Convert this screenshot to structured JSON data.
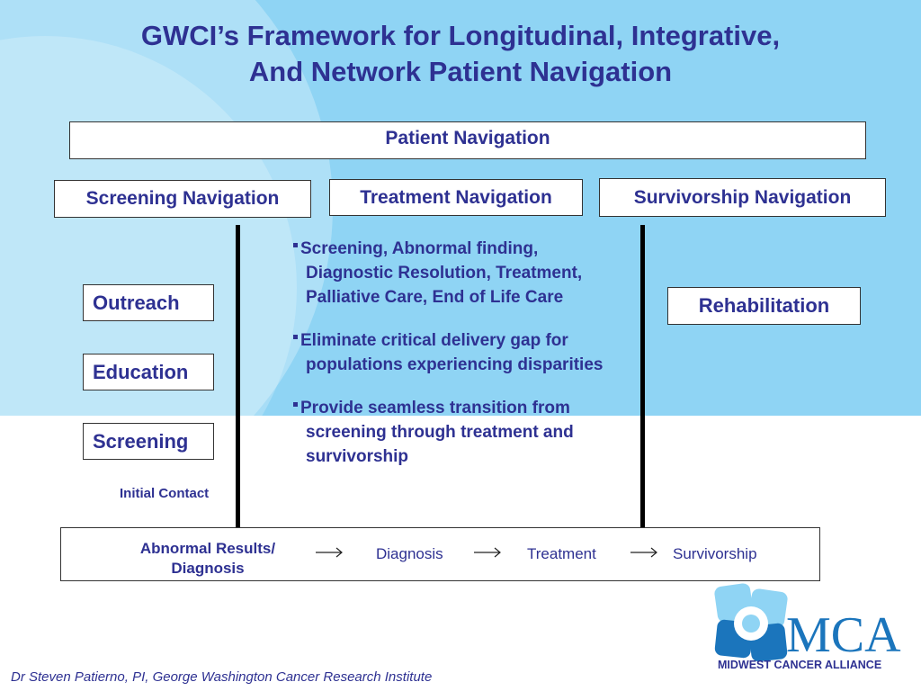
{
  "title": {
    "line1": "GWCI’s Framework for Longitudinal, Integrative,",
    "line2": "And Network Patient Navigation"
  },
  "top_box": "Patient Navigation",
  "columns": {
    "screening": "Screening Navigation",
    "treatment": "Treatment Navigation",
    "survivorship": "Survivorship Navigation"
  },
  "screening_items": [
    "Outreach",
    "Education",
    "Screening"
  ],
  "survivorship_items": [
    "Rehabilitation"
  ],
  "bullets": [
    "Screening,  Abnormal finding, Diagnostic Resolution, Treatment, Palliative Care, End of Life Care",
    "Eliminate critical delivery  gap for populations experiencing disparities",
    "Provide seamless transition from screening through treatment and survivorship"
  ],
  "initial_contact": "Initial Contact",
  "flow": {
    "abnormal": "Abnormal Results/ Diagnosis",
    "steps": [
      "Diagnosis",
      "Treatment",
      "Survivorship"
    ]
  },
  "logo": {
    "abbr": "MCA",
    "name": "MIDWEST CANCER ALLIANCE"
  },
  "footer": "Dr Steven Patierno, PI, George Washington Cancer Research Institute",
  "colors": {
    "text": "#2e3192",
    "background_band": "#8fd4f4",
    "logo_light": "#8fd4f4",
    "logo_dark": "#1b75bc"
  }
}
